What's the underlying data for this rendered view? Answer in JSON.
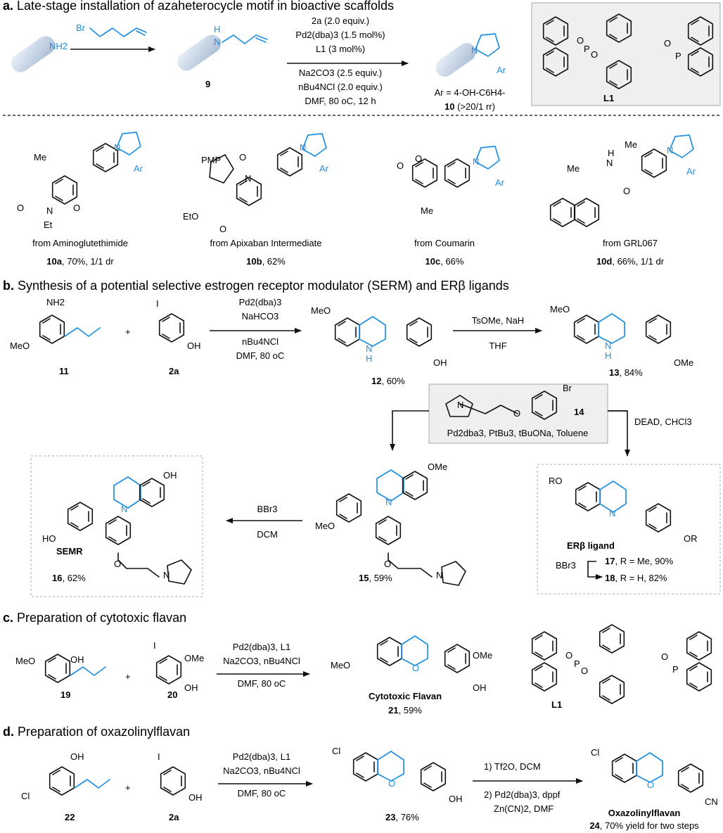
{
  "sections": {
    "a": {
      "letter": "a.",
      "title": "Late-stage installation of azaheterocycle motif in bioactive scaffolds"
    },
    "b": {
      "letter": "b.",
      "title": "Synthesis of a potential selective estrogen receptor modulator (SERM) and ERβ ligands"
    },
    "c": {
      "letter": "c.",
      "title": "Preparation of cytotoxic flavan"
    },
    "d": {
      "letter": "d.",
      "title": "Preparation of oxazolinylflavan"
    }
  },
  "a": {
    "sm_group": "NH2",
    "reagent1": "Br",
    "cond": [
      "2a (2.0 equiv.)",
      "Pd2(dba)3 (1.5 mol%)",
      "L1 (3 mol%)",
      "Na2CO3 (2.5 equiv.)",
      "nBu4NCl (2.0 equiv.)",
      "DMF, 80 oC, 12 h"
    ],
    "cmpd9": "9",
    "nh_label": "N",
    "h_label": "H",
    "prod_N": "N",
    "prod_Ar": "Ar",
    "ar_def": "Ar = 4-OH-C6H4-",
    "prod10": "10",
    "prod10_rr": "(>20/1 rr)",
    "ligand": "L1",
    "examples": [
      {
        "source": "from Aminoglutethimide",
        "id": "10a",
        "result": ", 70%, 1/1 dr"
      },
      {
        "source": "from Apixaban Intermediate",
        "id": "10b",
        "result": ", 62%"
      },
      {
        "source": "from Coumarin",
        "id": "10c",
        "result": ", 66%"
      },
      {
        "source": "from GRL067",
        "id": "10d",
        "result": ", 66%, 1/1 dr"
      }
    ],
    "atoms": {
      "Me": "Me",
      "Et": "Et",
      "PMP": "PMP",
      "EtO": "EtO",
      "O": "O",
      "N": "N",
      "Ar": "Ar",
      "H": "H"
    }
  },
  "b": {
    "cond1": [
      "Pd2(dba)3",
      "NaHCO3",
      "nBu4NCl",
      "DMF, 80 oC"
    ],
    "cond2": [
      "TsOMe, NaH",
      "THF"
    ],
    "cond3": "Pd2dba3, PtBu3, tBuONa, Toluene",
    "cond4": "DEAD, CHCl3",
    "cond5": [
      "BBr3",
      "DCM"
    ],
    "cmpd11": "11",
    "cmpd2a": "2a",
    "plus": "+",
    "cmpd12": "12",
    "yield12": ", 60%",
    "cmpd13": "13",
    "yield13": ", 84%",
    "cmpd14": "14",
    "cmpd15": "15",
    "yield15": ", 59%",
    "semr": "SEMR",
    "cmpd16": "16",
    "yield16": ", 62%",
    "erb": "ERβ ligand",
    "cmpd17": "17",
    "res17": ", R = Me, 90%",
    "cmpd18": "18",
    "res18": ", R = H, 82%",
    "bbr3": "BBr3",
    "atoms": {
      "NH2": "NH2",
      "MeO": "MeO",
      "OH": "OH",
      "OMe": "OMe",
      "I": "I",
      "Br": "Br",
      "N": "N",
      "H": "H",
      "HO": "HO",
      "RO": "RO",
      "OR": "OR",
      "O": "O"
    }
  },
  "c": {
    "cond": [
      "Pd2(dba)3, L1",
      "Na2CO3, nBu4NCl",
      "DMF, 80 oC"
    ],
    "cmpd19": "19",
    "cmpd20": "20",
    "name21": "Cytotoxic Flavan",
    "cmpd21": "21",
    "yield21": ", 59%",
    "ligand": "L1"
  },
  "d": {
    "cond1": [
      "Pd2(dba)3, L1",
      "Na2CO3, nBu4NCl",
      "DMF, 80 oC"
    ],
    "cond2": [
      "1) Tf2O, DCM",
      "2) Pd2(dba)3, dppf",
      "Zn(CN)2, DMF"
    ],
    "cmpd22": "22",
    "cmpd2a": "2a",
    "cmpd23": "23",
    "yield23": ", 76%",
    "name24": "Oxazolinylflavan",
    "cmpd24": "24",
    "yield24": ", 70% yield for two steps",
    "atoms": {
      "Cl": "Cl",
      "OH": "OH",
      "O": "O",
      "I": "I",
      "CN": "CN"
    }
  }
}
